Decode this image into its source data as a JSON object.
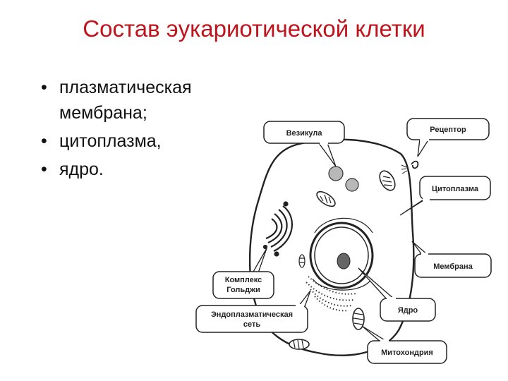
{
  "slide": {
    "title": "Состав эукариотической клетки",
    "title_color": "#c0141c",
    "bullets": [
      {
        "marker": "•",
        "lines": [
          "плазматическая",
          "мембрана;"
        ]
      },
      {
        "marker": "•",
        "lines": [
          "цитоплазма,"
        ]
      },
      {
        "marker": "•",
        "lines": [
          "ядро."
        ]
      }
    ]
  },
  "diagram": {
    "labels": {
      "vesicle": "Везикула",
      "receptor": "Рецептор",
      "cytoplasm": "Цитоплазма",
      "membrane": "Мембрана",
      "golgi_line1": "Комплекс",
      "golgi_line2": "Гольджи",
      "er_line1": "Эндоплазматическая",
      "er_line2": "сеть",
      "nucleus": "Ядро",
      "mitochondrion": "Митохондрия"
    }
  }
}
